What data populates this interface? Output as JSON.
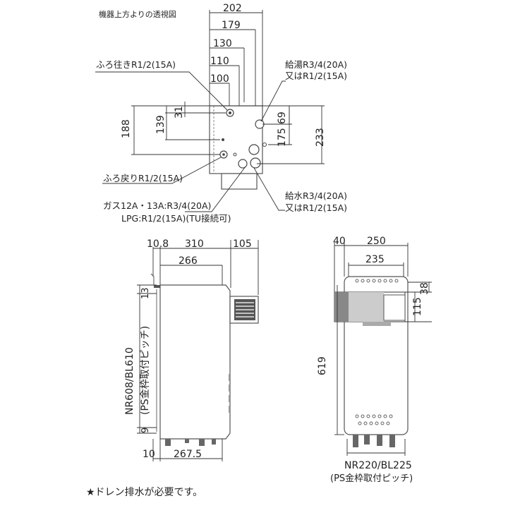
{
  "top_view": {
    "caption": "機器上方よりの透視図",
    "dims": {
      "d202": "202",
      "d179": "179",
      "d130": "130",
      "d110": "110",
      "d100": "100",
      "d31": "31",
      "d188": "188",
      "d139": "139",
      "d69": "69",
      "d175": "175",
      "d233": "233"
    },
    "labels": {
      "bath_supply": "ふろ往きR1/2(15A)",
      "hot_water_1": "給湯R3/4(20A)",
      "hot_water_2": "又はR1/2(15A)",
      "bath_return": "ふろ戻りR1/2(15A)",
      "gas_1": "ガス12A・13A:R3/4(20A)",
      "gas_2": "LPG:R1/2(15A)(TU接続可)",
      "water_1": "給水R3/4(20A)",
      "water_2": "又はR1/2(15A)"
    }
  },
  "side_view": {
    "dims": {
      "d10_8": "10.8",
      "d310": "310",
      "d105": "105",
      "d266": "266",
      "d13": "13",
      "d9": "9",
      "d10": "10",
      "d267_5": "267.5"
    },
    "pitch_1": "NR608/BL610",
    "pitch_2": "(PS金枠取付ピッチ)"
  },
  "front_view": {
    "dims": {
      "d40": "40",
      "d250": "250",
      "d235": "235",
      "d38": "38",
      "d115": "115",
      "d619": "619"
    },
    "pitch_1": "NR220/BL225",
    "pitch_2": "(PS金枠取付ピッチ)"
  },
  "footnote": "★ドレン排水が必要です。"
}
